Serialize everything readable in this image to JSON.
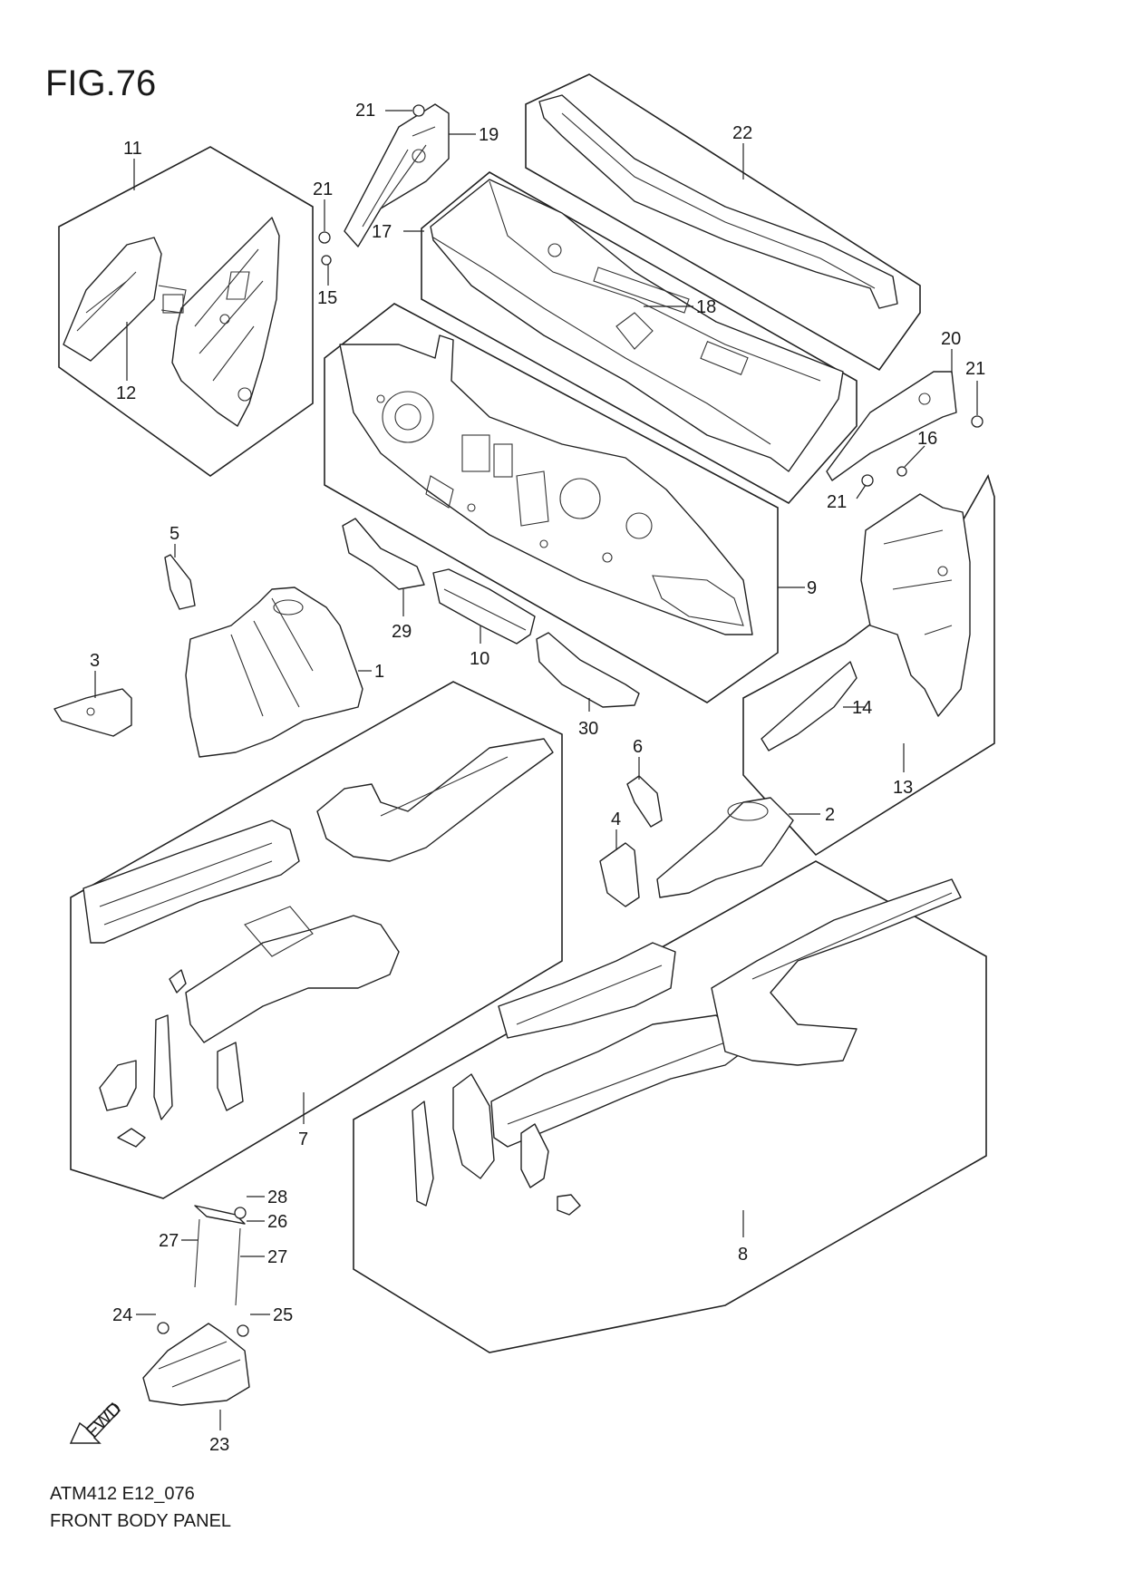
{
  "figure": {
    "title": "FIG.76",
    "doc_code": "ATM412 E12_076",
    "doc_title": "FRONT BODY PANEL",
    "fwd_label": "FWD"
  },
  "callouts": {
    "c1": "1",
    "c2": "2",
    "c3": "3",
    "c4": "4",
    "c5": "5",
    "c6": "6",
    "c7": "7",
    "c8": "8",
    "c9": "9",
    "c10": "10",
    "c11": "11",
    "c12": "12",
    "c13": "13",
    "c14": "14",
    "c15": "15",
    "c16": "16",
    "c17": "17",
    "c18": "18",
    "c19": "19",
    "c20": "20",
    "c21a": "21",
    "c21b": "21",
    "c21c": "21",
    "c21d": "21",
    "c22": "22",
    "c23": "23",
    "c24": "24",
    "c25": "25",
    "c26": "26",
    "c27a": "27",
    "c27b": "27",
    "c28": "28",
    "c29": "29",
    "c30": "30"
  }
}
